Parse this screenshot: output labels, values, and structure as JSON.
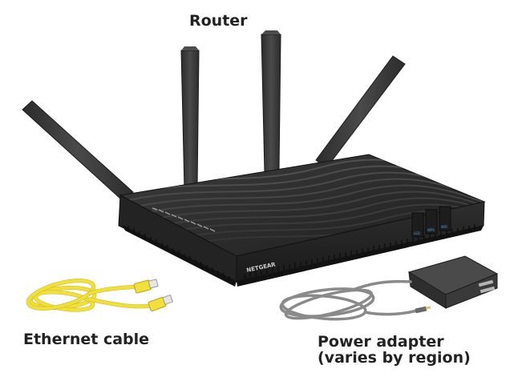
{
  "labels": {
    "router": "Router",
    "ethernet_cable": "Ethernet cable",
    "power_adapter_line1": "Power adapter",
    "power_adapter_line2": "(varies by region)"
  },
  "router": {
    "brand": "NETGEAR",
    "port_labels": [
      "LED",
      "WPS",
      "WiFi"
    ]
  },
  "colors": {
    "router_body": "#2b2b2b",
    "antenna": "#3a3a3a",
    "ethernet_cable": "#f2e03a",
    "power_cable": "#8a8a8a",
    "adapter_body": "#3a3a3a",
    "label_text": "#222222"
  }
}
